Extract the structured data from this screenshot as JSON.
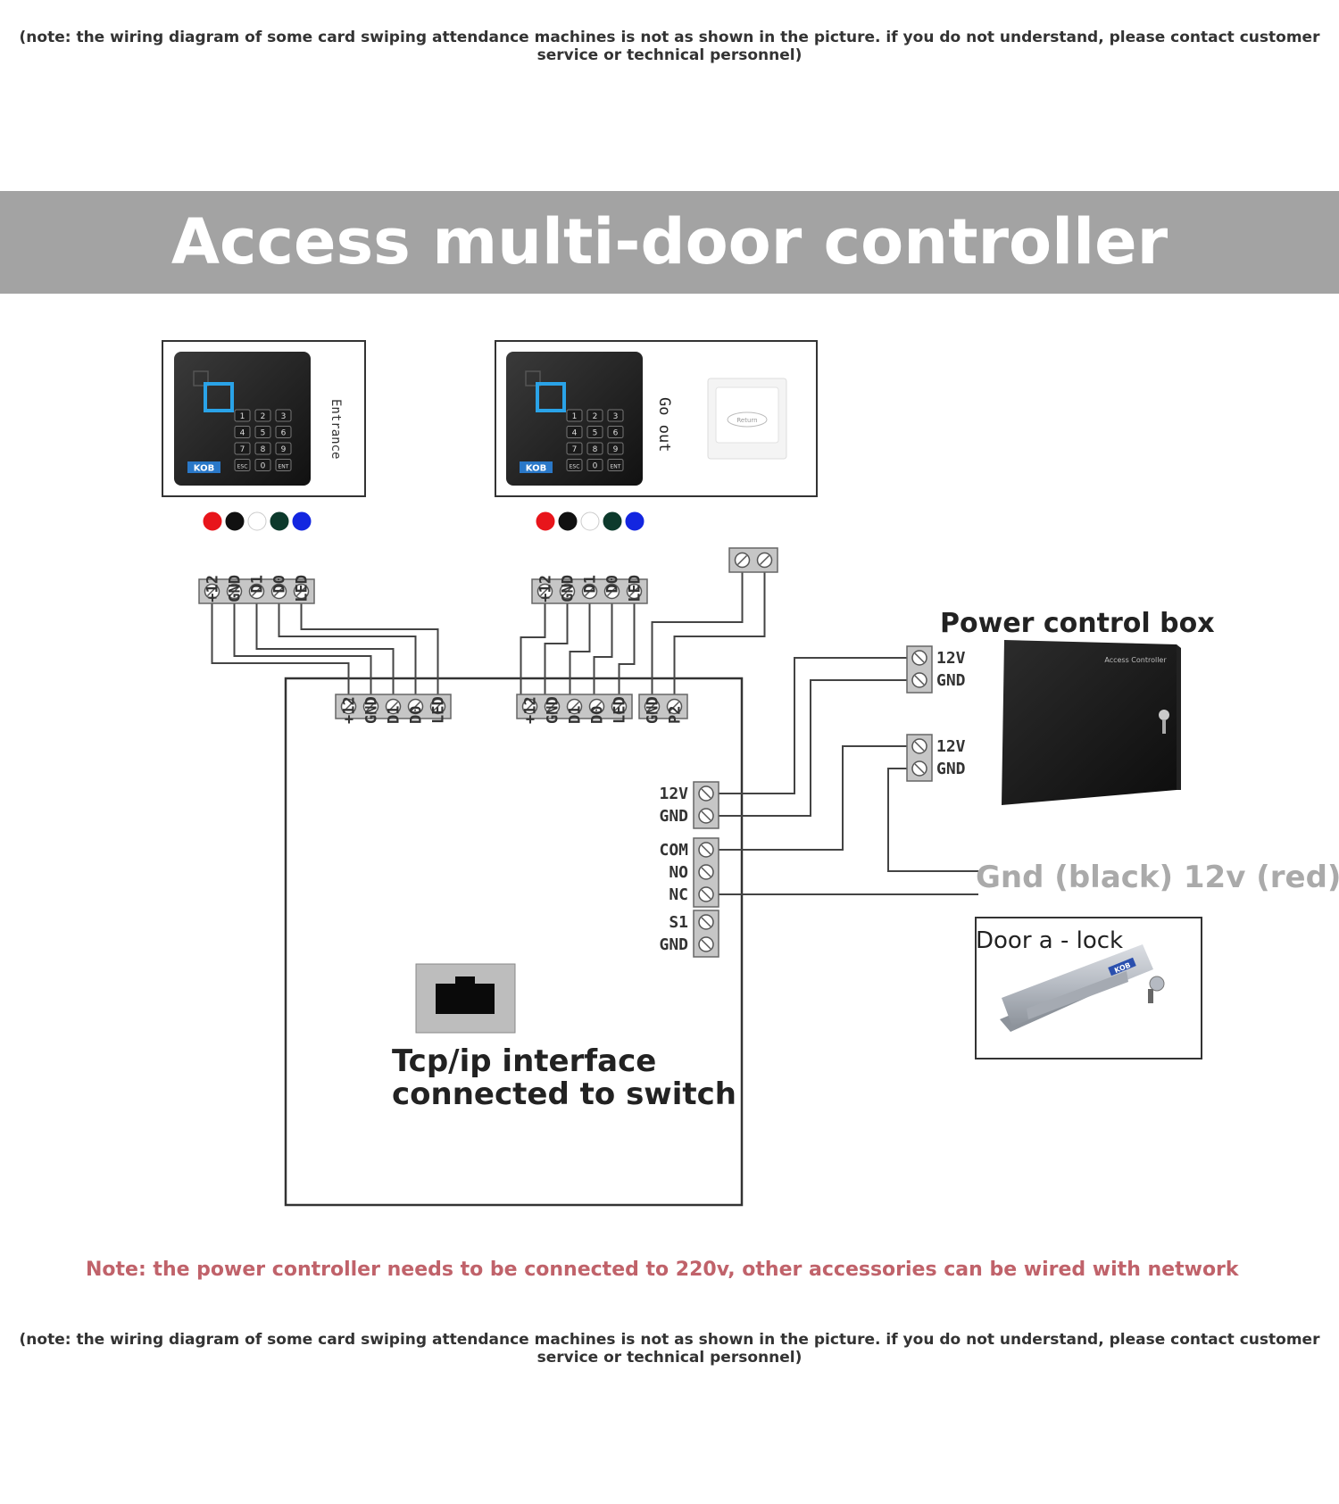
{
  "notes": {
    "top": "(note: the wiring diagram of some card swiping attendance machines is not as shown in the picture. if you do not understand, please contact customer service or technical personnel)",
    "bottom": "(note: the wiring diagram of some card swiping attendance machines is not as shown in the picture. if you do not understand, please contact customer service or technical personnel)",
    "power_note": "Note: the power controller needs to be connected to 220v, other accessories can be wired with network"
  },
  "title": "Access multi-door controller",
  "readers": {
    "entrance_label": "Entrance",
    "goout_label": "Go out",
    "brand": "KOB",
    "exit_button_text": "Return",
    "keypad": [
      "1",
      "2",
      "3",
      "4",
      "5",
      "6",
      "7",
      "8",
      "9",
      "ESC",
      "0",
      "ENT"
    ],
    "wire_colors": [
      "#e8151b",
      "#111111",
      "#ffffff",
      "#0d3a2c",
      "#1326e0"
    ]
  },
  "terminals": {
    "reader_pins": [
      "+12",
      "GND",
      "D1",
      "D0",
      "LED"
    ],
    "exit_pins": [
      "GND",
      "P2"
    ],
    "power_pins": [
      "12V",
      "GND"
    ],
    "relay_pins": [
      "COM",
      "NO",
      "NC"
    ],
    "sensor_pins": [
      "S1",
      "GND"
    ],
    "box_out1": [
      "12V",
      "GND"
    ],
    "box_out2": [
      "12V",
      "GND"
    ]
  },
  "labels": {
    "power_box": "Power control box",
    "power_box_plate": "Access Controller",
    "lock_wiring": "Gnd (black) 12v (red)",
    "door_lock": "Door a - lock",
    "lock_brand": "KOB",
    "tcp_line1": "Tcp/ip interface",
    "tcp_line2": "connected to switch"
  }
}
